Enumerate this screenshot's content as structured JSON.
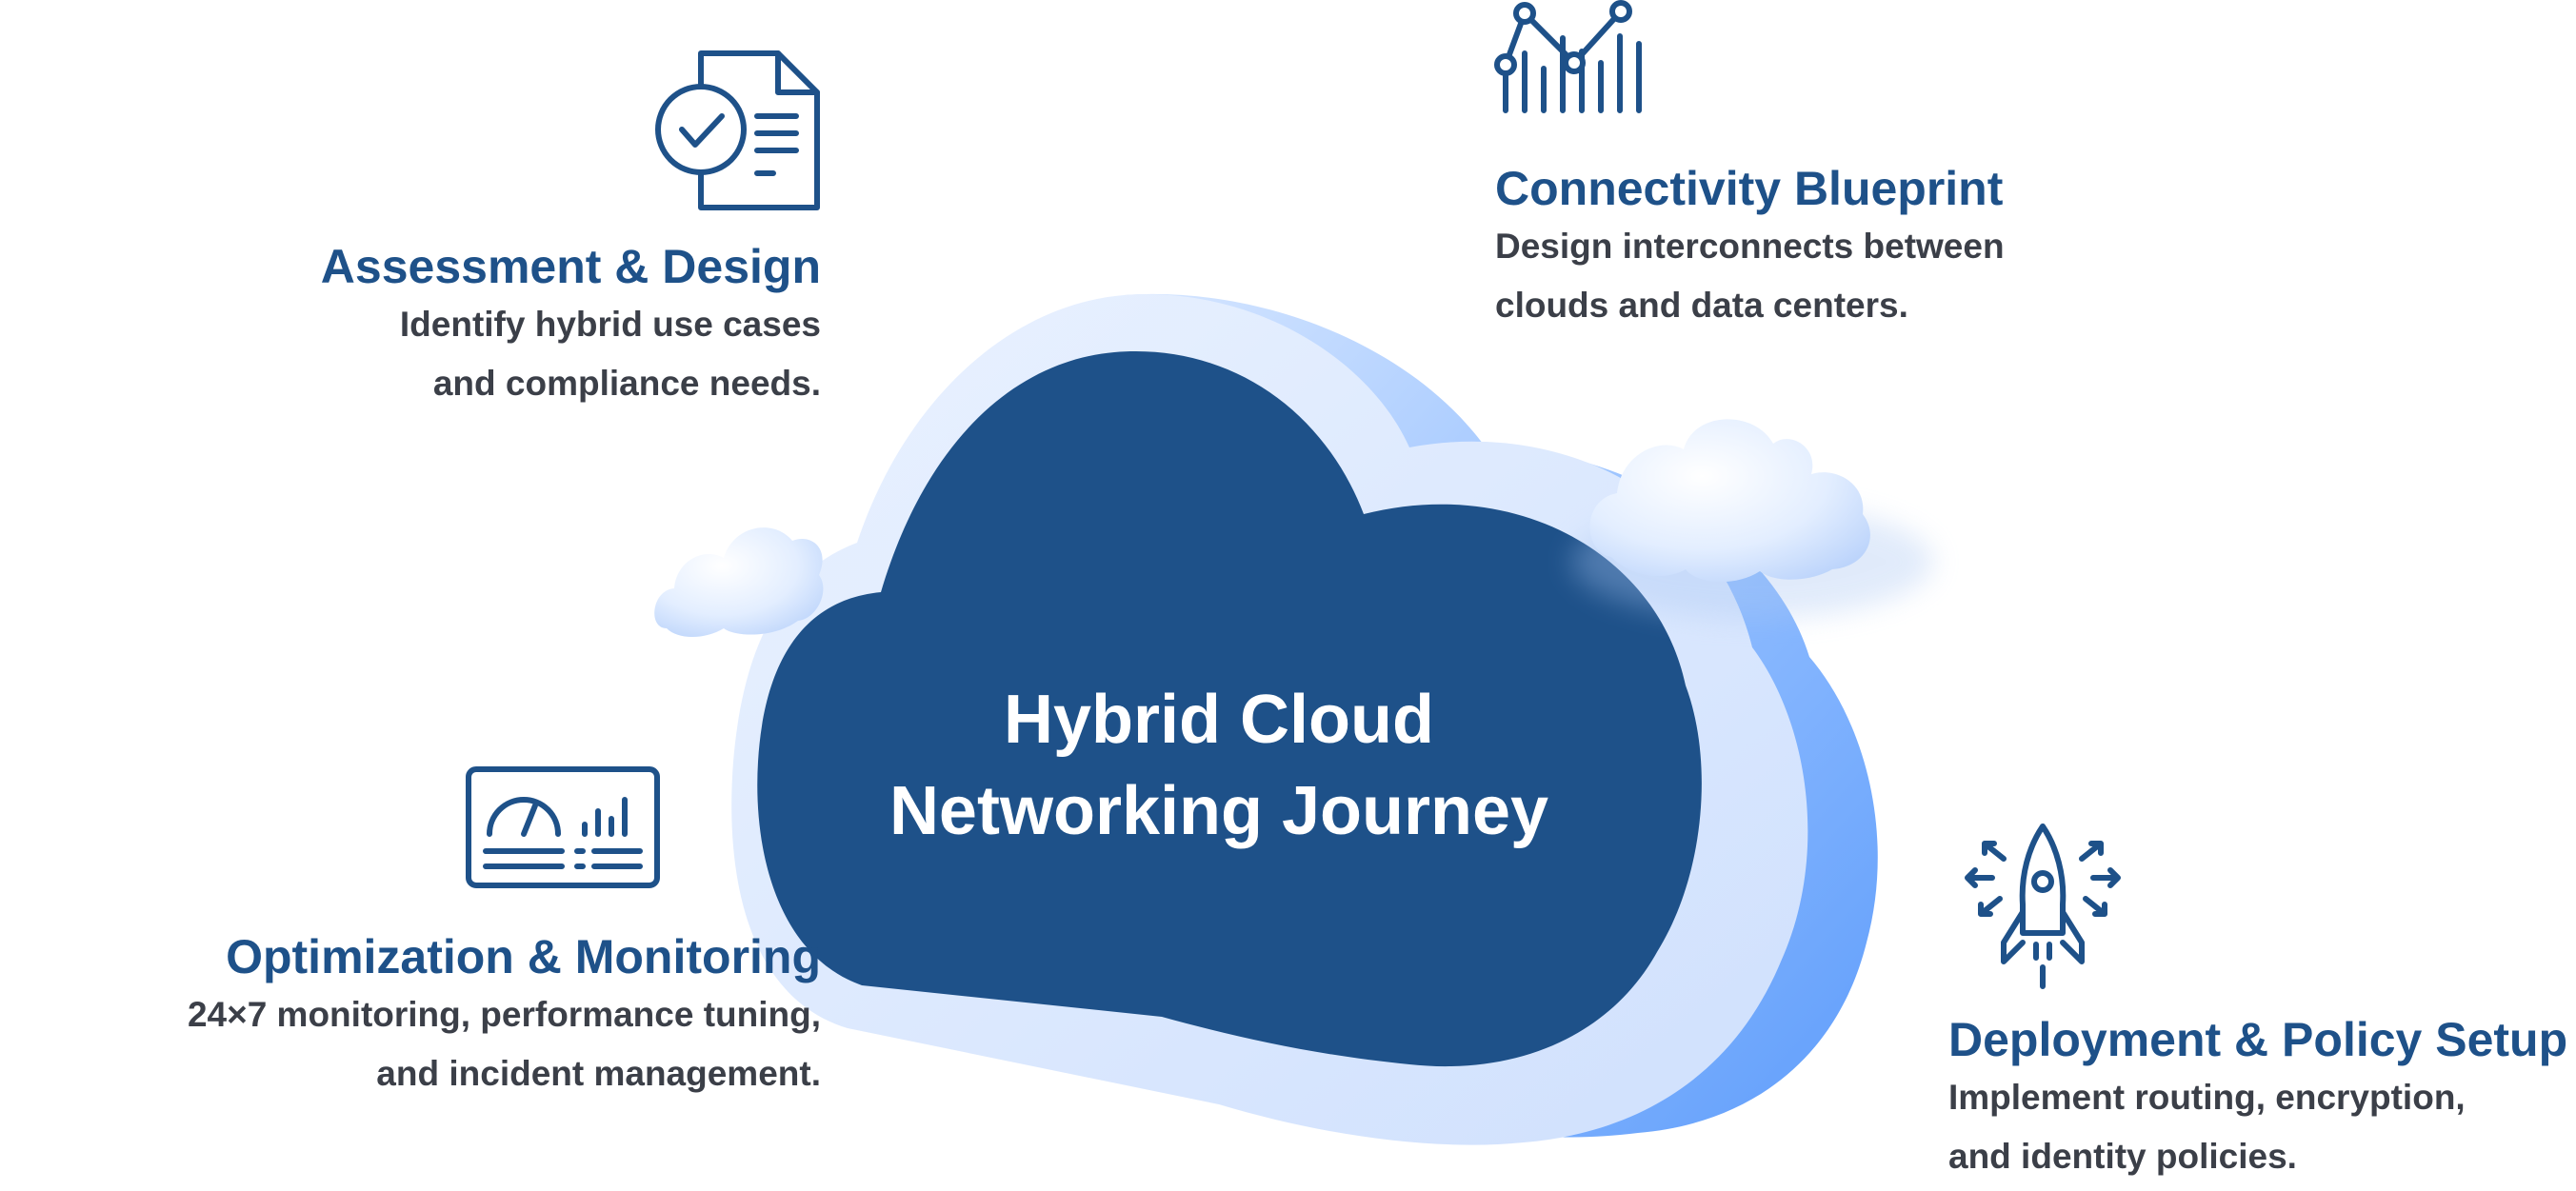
{
  "hub": {
    "line1": "Hybrid Cloud",
    "line2": "Networking Journey"
  },
  "stages": {
    "assessment": {
      "title": "Assessment & Design",
      "desc1": "Identify hybrid use cases",
      "desc2": "and compliance needs.",
      "icon": "document-check-icon"
    },
    "connectivity": {
      "title": "Connectivity Blueprint",
      "desc1": "Design interconnects between",
      "desc2": "clouds and data centers.",
      "icon": "line-chart-icon"
    },
    "optimization": {
      "title": "Optimization & Monitoring",
      "desc1": "24×7 monitoring, performance tuning,",
      "desc2": "and incident management.",
      "icon": "dashboard-icon"
    },
    "deployment": {
      "title": "Deployment & Policy Setup",
      "desc1": "Implement routing, encryption,",
      "desc2": "and identity policies.",
      "icon": "rocket-icon"
    }
  },
  "colors": {
    "title": "#1e5189",
    "body_text": "#3b3f48",
    "cloud_front": "#1e5189",
    "cloud_rim": "#dbe9ff",
    "cloud_side": "#6fa8ff",
    "icon_stroke": "#1e5189"
  }
}
